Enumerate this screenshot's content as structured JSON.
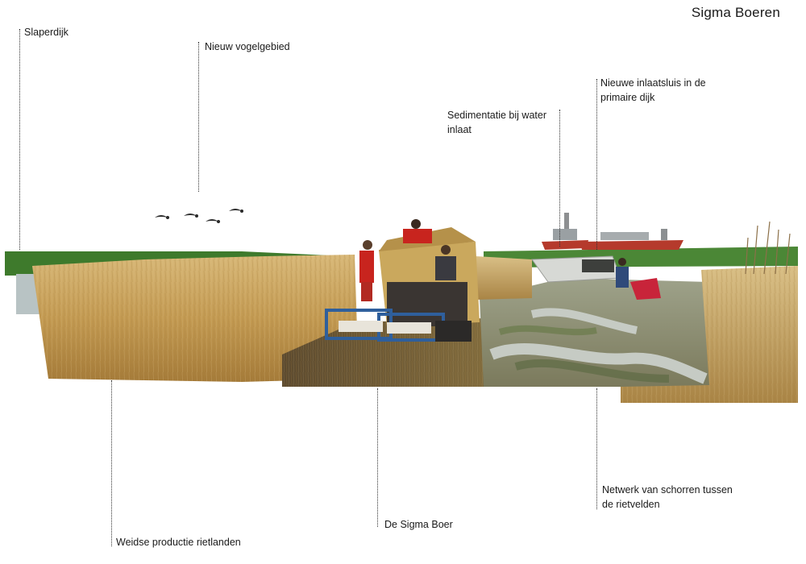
{
  "title": "Sigma Boeren",
  "annotations": {
    "slaperdijk": "Slaperdijk",
    "vogelgebied": "Nieuw vogelgebied",
    "sedimentatie_line1": "Sedimentatie bij water",
    "sedimentatie_line2": "inlaat",
    "inlaatsluis_line1": "Nieuwe inlaatsluis in de",
    "inlaatsluis_line2": "primaire dijk",
    "rietlanden": "Weidse productie rietlanden",
    "sigma_boer": "De Sigma Boer",
    "schorren_line1": "Netwerk van schorren tussen",
    "schorren_line2": "de rietvelden"
  },
  "colors": {
    "reed": "#c9a25a",
    "reed_dark": "#8a6a34",
    "grass": "#3f7a2e",
    "water": "#b9c2bd",
    "mud": "#6b5a3d",
    "ship_red": "#b53a2c",
    "worker_red": "#c8241e",
    "machine_blue": "#2f5f9c"
  }
}
